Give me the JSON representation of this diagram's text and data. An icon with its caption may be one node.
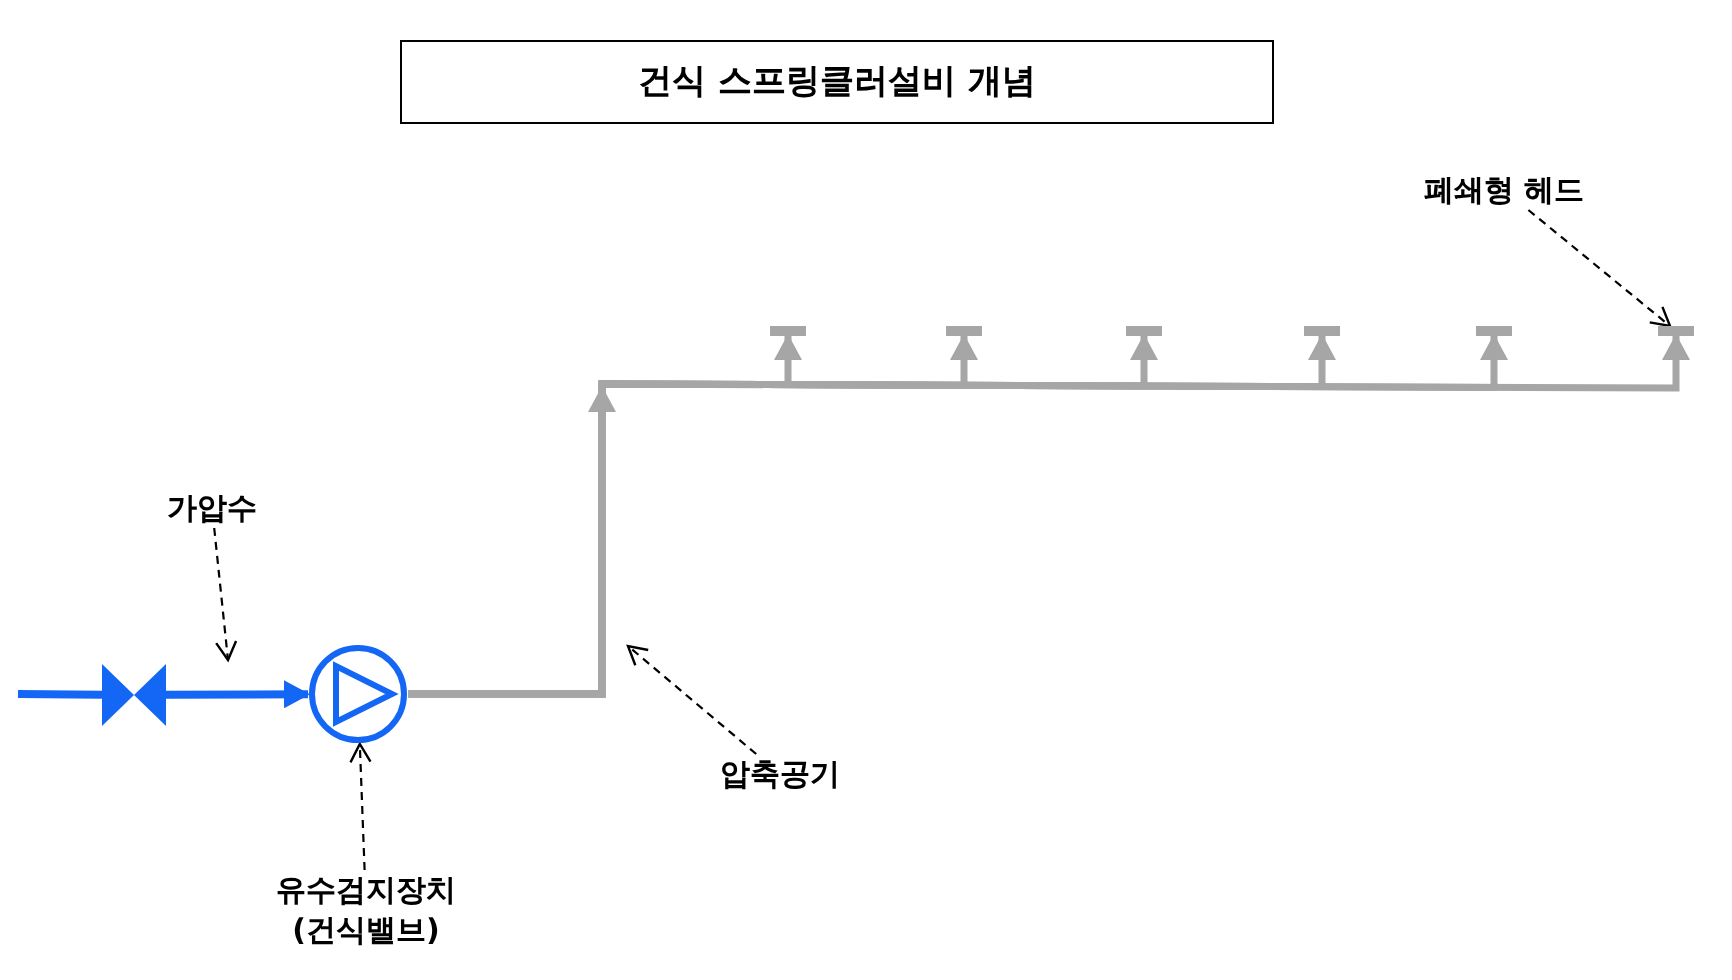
{
  "diagram": {
    "title": "건식 스프링클러설비 개념",
    "nodes": [
      {
        "text": [
          "가압수"
        ]
      },
      {
        "text": [],
        "shape": "valve"
      },
      {
        "text": [],
        "shape": "circle"
      },
      {
        "text": [
          "유수검지장치 (건식밸브)"
        ]
      },
      {
        "text": [
          "압축공기"
        ]
      },
      {
        "text": [
          "폐쇄형 헤드"
        ]
      },
      {
        "text": [],
        "shape": "head"
      },
      {
        "text": [],
        "shape": "head"
      },
      {
        "text": [],
        "shape": "head"
      },
      {
        "text": [],
        "shape": "head"
      },
      {
        "text": [],
        "shape": "head"
      },
      {
        "text": [],
        "shape": "head"
      }
    ],
    "edges": [
      {
        "from": null,
        "to": 1,
        "arrow": "none",
        "color": "#1466f5"
      },
      {
        "from": 1,
        "to": 2,
        "arrow": "to",
        "color": "#1466f5"
      },
      {
        "from": 2,
        "to": 6,
        "arrow": "to"
      },
      {
        "from": 2,
        "to": 7,
        "arrow": "to"
      },
      {
        "from": 2,
        "to": 8,
        "arrow": "to"
      },
      {
        "from": 2,
        "to": 9,
        "arrow": "to"
      },
      {
        "from": 2,
        "to": 10,
        "arrow": "to"
      },
      {
        "from": 2,
        "to": 11,
        "arrow": "to"
      },
      {
        "from": 0,
        "to": null,
        "arrow": "to",
        "style": "dashed",
        "color": "#000000"
      },
      {
        "from": 3,
        "to": 2,
        "arrow": "to",
        "style": "dashed",
        "color": "#000000"
      },
      {
        "from": 4,
        "to": null,
        "arrow": "to",
        "style": "dashed",
        "color": "#000000"
      },
      {
        "from": 5,
        "to": 11,
        "arrow": "to",
        "style": "dashed",
        "color": "#000000"
      }
    ]
  }
}
